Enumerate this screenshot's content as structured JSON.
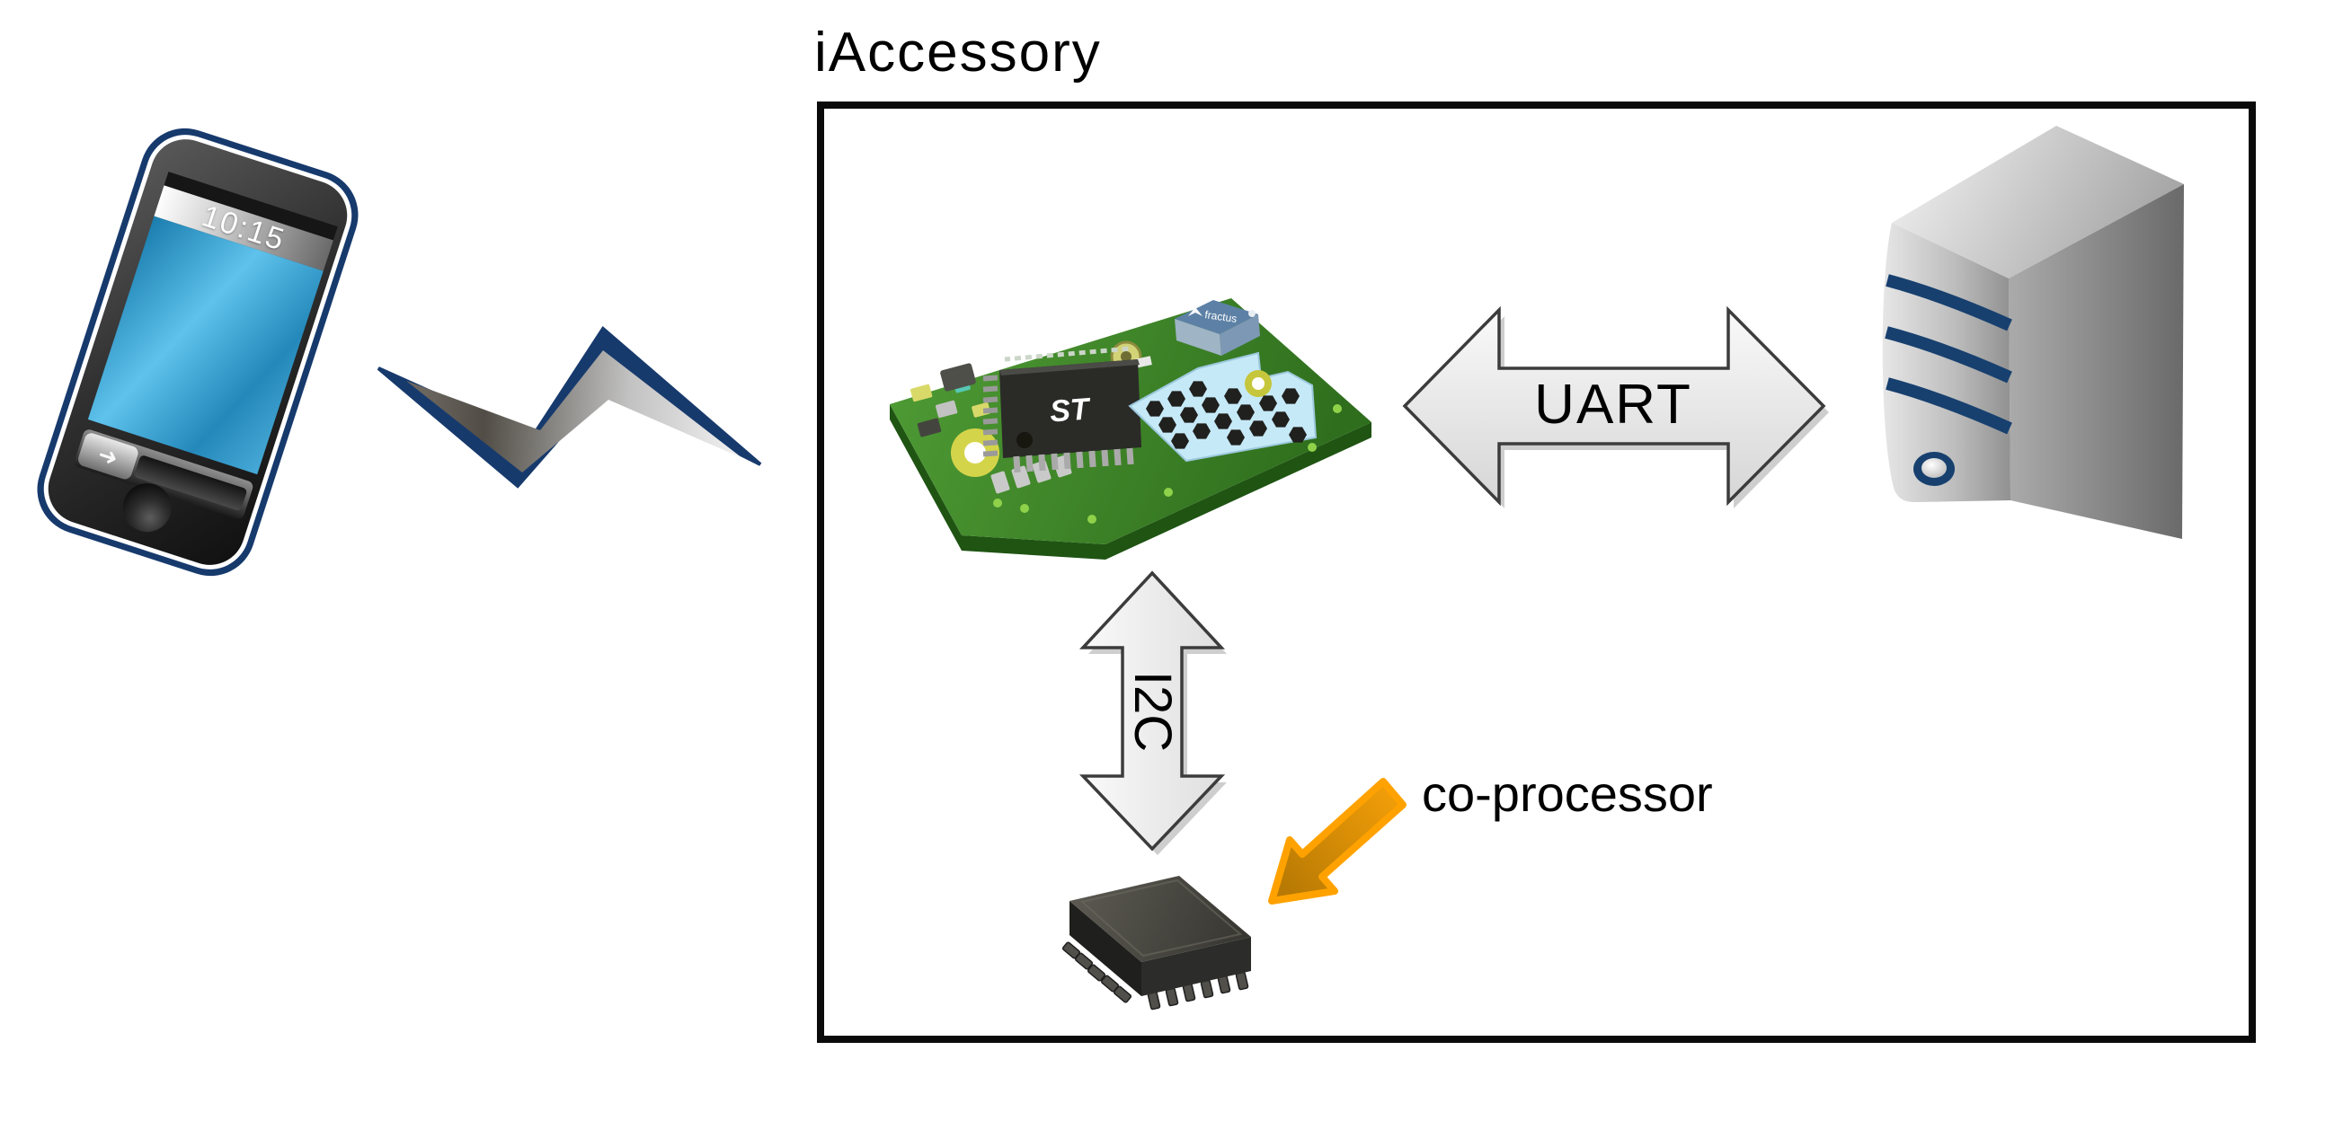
{
  "title": "iAccessory",
  "labels": {
    "uart": "UART",
    "i2c": "I2C",
    "coprocessor": "co-processor"
  },
  "phone": {
    "clock": "10:15",
    "slider_icon": "➜"
  },
  "pcb": {
    "antenna_brand": "fractus",
    "chip_logo": "ST"
  },
  "colors": {
    "navy": "#173a6d",
    "box_border": "#0a0a0a",
    "arrow_fill_top": "#f8f8f8",
    "arrow_fill_bottom": "#d7d7d7",
    "arrow_stroke": "#3c3c3c",
    "orange_outline": "#ffa200",
    "orange_fill": "#c07c04",
    "pcb_green": "#3c8427",
    "pcb_side_green": "#1f5413",
    "module_blue": "#c6e9f7",
    "antenna_blue": "#5d81a6",
    "server_gray": "#b9b9b9",
    "screen_blue": "#3aa0d0"
  }
}
